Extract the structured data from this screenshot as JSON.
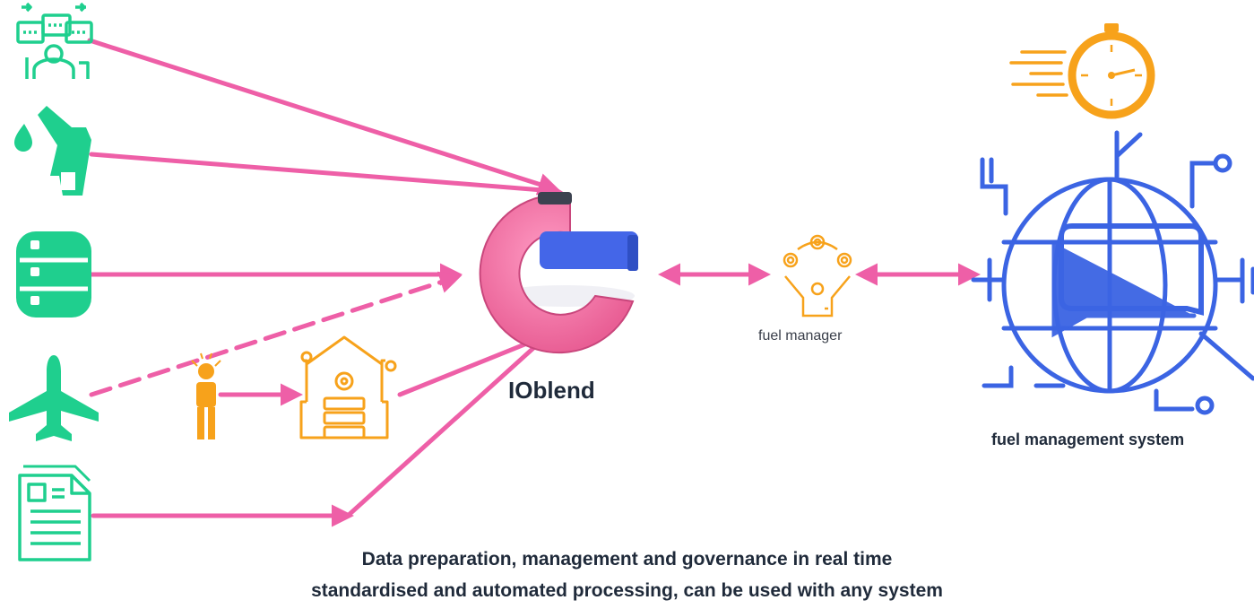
{
  "hub": {
    "label": "IOblend"
  },
  "manager": {
    "label": "fuel manager"
  },
  "system": {
    "label": "fuel management system"
  },
  "caption": {
    "line1": "Data preparation, management and governance in real time",
    "line2": "standardised and automated processing, can be used with any system"
  },
  "colors": {
    "source_green": "#1fcf8e",
    "connector_pink": "#ee5fa7",
    "accent_orange": "#f7a21b",
    "system_blue": "#3b64e3",
    "hub_pink": "#f07aa8",
    "hub_blue": "#4466e8"
  },
  "icons": {
    "sources": [
      "people-communication-icon",
      "fuel-nozzle-icon",
      "database-icon",
      "airplane-icon",
      "document-icon"
    ],
    "intermediate": [
      "engineer-person-icon",
      "smart-building-icon"
    ],
    "hub": "ioblend-logo-icon",
    "manager": "juggler-gears-icon",
    "speed": "stopwatch-icon",
    "system": "globe-chat-network-icon"
  }
}
